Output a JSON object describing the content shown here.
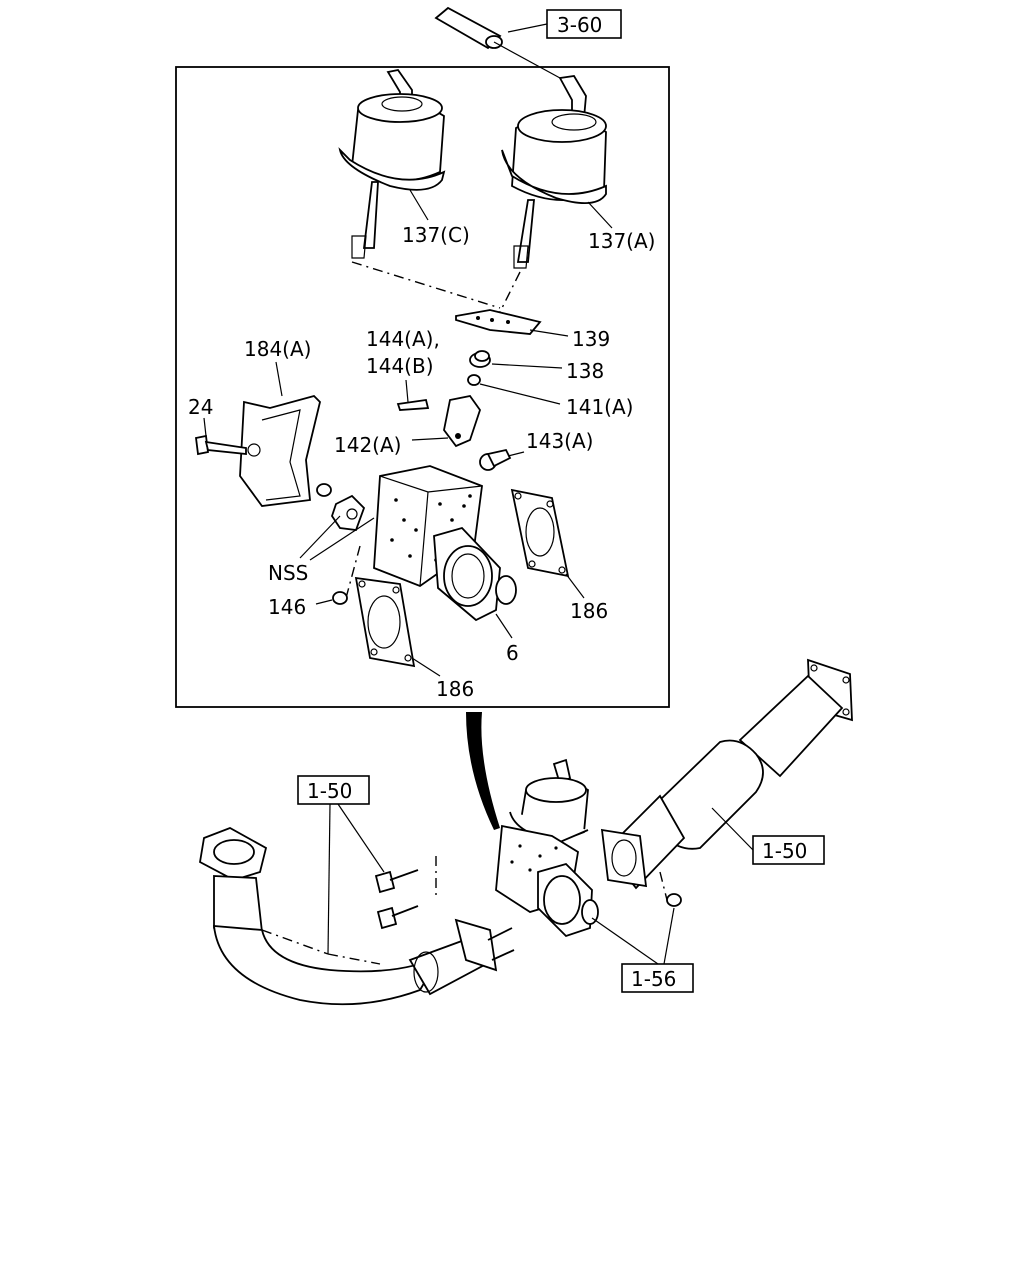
{
  "labels": {
    "ref_3_60": "3-60",
    "p137c": "137(C)",
    "p137a": "137(A)",
    "p139": "139",
    "p144a": "144(A),",
    "p144b": "144(B)",
    "p138": "138",
    "p184a": "184(A)",
    "p141a": "141(A)",
    "p24": "24",
    "p142a": "142(A)",
    "p143a": "143(A)",
    "nss": "NSS",
    "p146": "146",
    "p186_right": "186",
    "p6": "6",
    "p186_bottom": "186",
    "ref_1_50_left": "1-50",
    "ref_1_50_right": "1-50",
    "ref_1_56": "1-56"
  },
  "icons": {
    "vacuum_actuator": "vacuum-actuator-icon",
    "exhaust_pipe": "exhaust-pipe-icon",
    "catalytic_converter": "catalytic-converter-icon",
    "gasket": "gasket-icon",
    "bolt": "bolt-icon",
    "nut": "nut-icon"
  }
}
